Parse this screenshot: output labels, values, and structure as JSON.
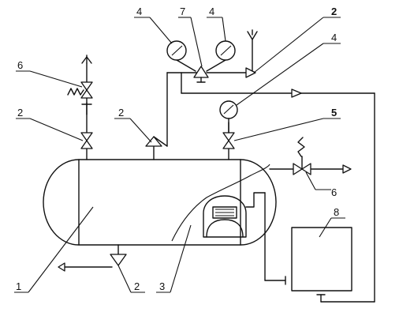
{
  "diagram": {
    "labels": {
      "l1": "1",
      "l2_left": "2",
      "l2_mid": "2",
      "l2_top_right": "2",
      "l2_bottom": "2",
      "l3": "3",
      "l4_top_left": "4",
      "l4_top_right": "4",
      "l4_right": "4",
      "l5": "5",
      "l6_left": "6",
      "l6_right": "6",
      "l7": "7",
      "l8": "8"
    }
  }
}
